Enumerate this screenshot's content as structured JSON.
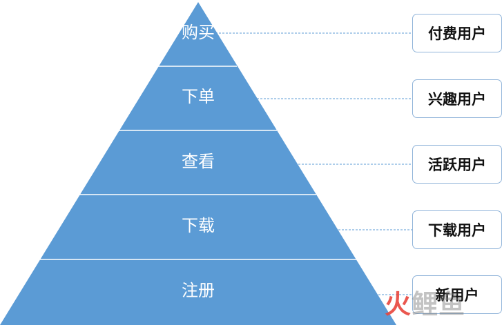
{
  "colors": {
    "pyramid_fill": "#5b9bd5",
    "band_line": "#ffffff",
    "connector": "#5b9bd5",
    "box_border": "#8fb3d9"
  },
  "levels": [
    {
      "label": "购买",
      "user_type": "付费用户"
    },
    {
      "label": "下单",
      "user_type": "兴趣用户"
    },
    {
      "label": "查看",
      "user_type": "活跃用户"
    },
    {
      "label": "下载",
      "user_type": "下载用户"
    },
    {
      "label": "注册",
      "user_type": "新用户"
    }
  ],
  "watermark": {
    "part1": "火",
    "part2": "鲤鱼"
  }
}
